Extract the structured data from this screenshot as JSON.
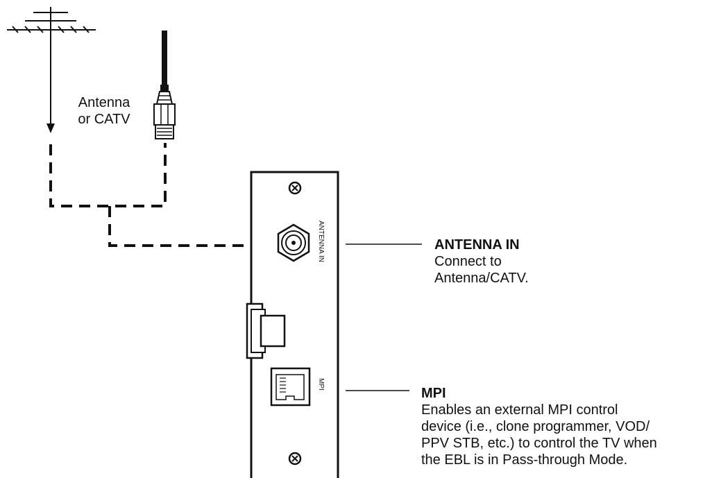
{
  "source_label": {
    "line1": "Antenna",
    "line2": "or CATV"
  },
  "panel": {
    "antenna_port_label": "ANTENNA IN",
    "mpi_port_label": "MPI"
  },
  "callouts": [
    {
      "heading": "ANTENNA IN",
      "description": [
        "Connect to",
        "Antenna/CATV."
      ]
    },
    {
      "heading": "MPI",
      "description": [
        "Enables an external MPI control",
        "device (i.e., clone programmer, VOD/",
        "PPV STB, etc.) to control the TV when",
        "the EBL is in Pass-through Mode."
      ]
    }
  ]
}
